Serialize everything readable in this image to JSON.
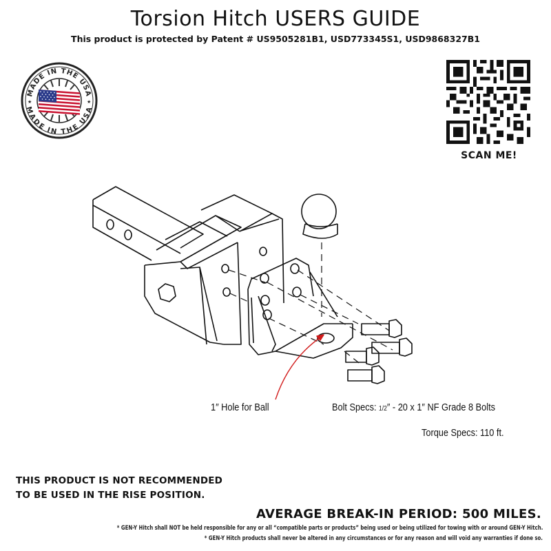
{
  "header": {
    "title": "Torsion Hitch USERS GUIDE",
    "patent_text": "This product is protected by Patent # US9505281B1, USD773345S1, USD9868327B1"
  },
  "badge": {
    "top_text": "MADE IN THE USA",
    "bottom_text": "MADE IN THE USA",
    "icon": "usa-flag-icon"
  },
  "qr": {
    "icon": "qr-code-icon",
    "caption": "SCAN ME!"
  },
  "diagram": {
    "hole_label": "1″  Hole for Ball",
    "bolt_label_prefix": "Bolt Specs: ",
    "bolt_fraction": "1/2",
    "bolt_label_suffix": "″ - 20 x 1″ NF Grade 8 Bolts",
    "torque_label": "Torque Specs: 110 ft.",
    "arrow_color": "#d11a1a"
  },
  "warning": {
    "line1": "THIS PRODUCT IS NOT RECOMMENDED",
    "line2": "TO BE USED IN THE RISE POSITION."
  },
  "breakin": "AVERAGE BREAK-IN PERIOD: 500 MILES.",
  "disclaimers": [
    "* GEN-Y Hitch shall NOT be held responsible for any or all “compatible parts or products” being used or being utilized for towing with or around GEN-Y Hitch.",
    "* GEN-Y Hitch products shall never be altered in any circumstances or for any reason and will void any warranties if done so."
  ]
}
